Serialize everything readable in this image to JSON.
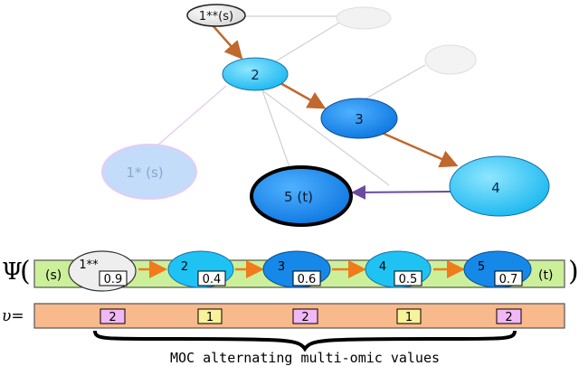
{
  "graph": {
    "nodes": {
      "n1ss": {
        "label": "1**(s)"
      },
      "n2": {
        "label": "2"
      },
      "n3": {
        "label": "3"
      },
      "n4": {
        "label": "4"
      },
      "n5": {
        "label": "5 (t)"
      },
      "n1s": {
        "label": "1* (s)"
      }
    },
    "path": [
      "1**(s)",
      "2",
      "3",
      "4",
      "5 (t)"
    ]
  },
  "psi": {
    "symbol": "Ψ",
    "open_paren": "(",
    "close_paren": ")",
    "start_label": "(s)",
    "end_label": "(t)",
    "nodes": [
      {
        "label": "1**",
        "value": "0.9"
      },
      {
        "label": "2",
        "value": "0.4"
      },
      {
        "label": "3",
        "value": "0.6"
      },
      {
        "label": "4",
        "value": "0.5"
      },
      {
        "label": "5",
        "value": "0.7"
      }
    ]
  },
  "upsilon": {
    "label": "υ=",
    "values": [
      "2",
      "1",
      "2",
      "1",
      "2"
    ]
  },
  "caption": "MOC alternating multi-omic values",
  "colors": {
    "psi_bar": "#ccf09a",
    "upsilon_bar": "#f8b98c",
    "value_pink": "#f0b8f4",
    "value_yellow": "#f7f39a",
    "path_arrow": "#c0682e",
    "node_cyan": "#1ec3f3",
    "node_blue": "#1688e8",
    "node_faded": "#bcd9fa"
  }
}
